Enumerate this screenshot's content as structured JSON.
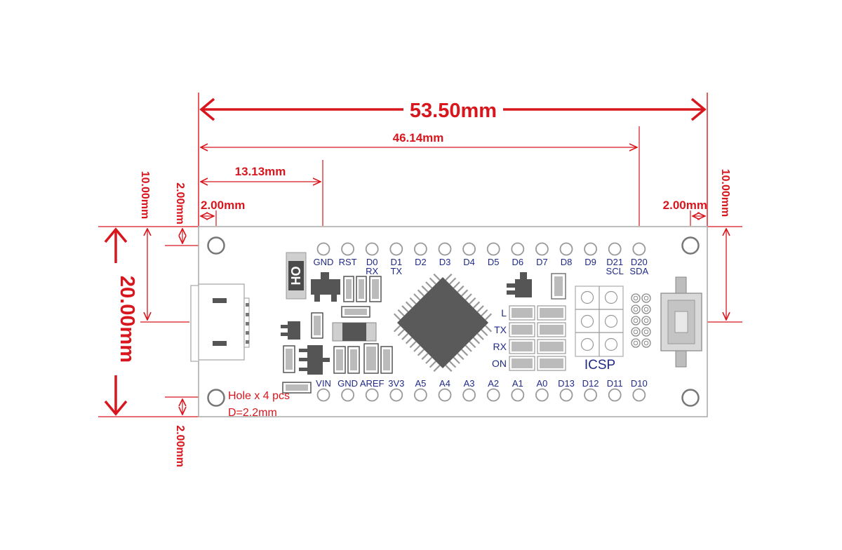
{
  "dimensions": {
    "overall_length": "53.50mm",
    "pin_span": "46.14mm",
    "hole_to_pin": "13.13mm",
    "hole_offset_left": "2.00mm",
    "hole_offset_right": "2.00mm",
    "hole_offset_top": "2.00mm",
    "hole_offset_bottom": "2.00mm",
    "half_height_left": "10.00mm",
    "half_height_right": "10.00mm",
    "board_width": "20.00mm"
  },
  "hole_note": {
    "line1": "Hole x 4 pcs",
    "line2": "D=2.2mm"
  },
  "top_pins": [
    "GND",
    "RST",
    "D0",
    "D1",
    "D2",
    "D3",
    "D4",
    "D5",
    "D6",
    "D7",
    "D8",
    "D9",
    "D21",
    "D20"
  ],
  "top_pins_sub": [
    "",
    "",
    "RX",
    "TX",
    "",
    "",
    "",
    "",
    "",
    "",
    "",
    "",
    "SCL",
    "SDA"
  ],
  "bottom_pins": [
    "VIN",
    "GND",
    "AREF",
    "3V3",
    "A5",
    "A4",
    "A3",
    "A2",
    "A1",
    "A0",
    "D13",
    "D12",
    "D11",
    "D10"
  ],
  "leds": [
    "L",
    "TX",
    "RX",
    "ON"
  ],
  "header_label": "ICSP",
  "regulator_marking": "HO",
  "colors": {
    "dimension": "#d8161d",
    "label": "#1f2a86",
    "chip": "#5a5a5a",
    "part_fill": "#bdbdbd",
    "board_outline": "#a9a9a9"
  }
}
